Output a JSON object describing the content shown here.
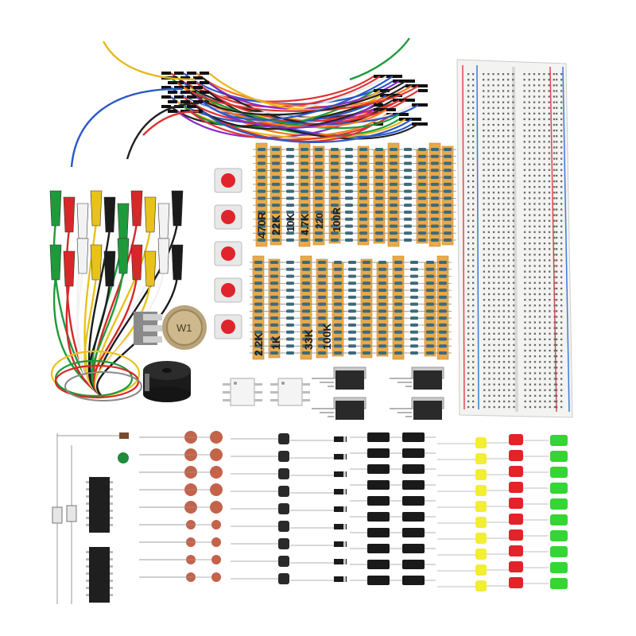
{
  "scene": {
    "colors": {
      "background": "#ffffff",
      "paper_strip": "#e8a94a",
      "resistor_body": "#3d6a7a",
      "breadboard": "#f3f3f1",
      "rail_red": "#e0474b",
      "rail_blue": "#3d7ad8",
      "button_red": "#e0242b",
      "button_body": "#e8e8e8",
      "led_yellow": "#f1ee33",
      "led_red": "#e3222a",
      "led_green": "#33d633",
      "ceramic_cap": "#c4624a",
      "electrolytic_cap": "#1a1a1a",
      "transistor": "#2a2a2a",
      "ic_black": "#1f1f1f",
      "regulator_tab": "#c9c9c9"
    },
    "resistor_labels_top": [
      "470R",
      "22K",
      "10K",
      "4.7K",
      "220",
      "100R"
    ],
    "resistor_labels_bottom": [
      "2.2K",
      "1K",
      "33K",
      "100K"
    ],
    "potentiometer_label": "W1",
    "icons": [
      "jumper-wire-bundle",
      "alligator-clip-leads",
      "breadboard",
      "tactile-button",
      "potentiometer",
      "buzzer",
      "optocoupler",
      "voltage-regulator",
      "dip-ic",
      "ceramic-capacitor",
      "transistor",
      "electrolytic-capacitor",
      "led"
    ]
  }
}
